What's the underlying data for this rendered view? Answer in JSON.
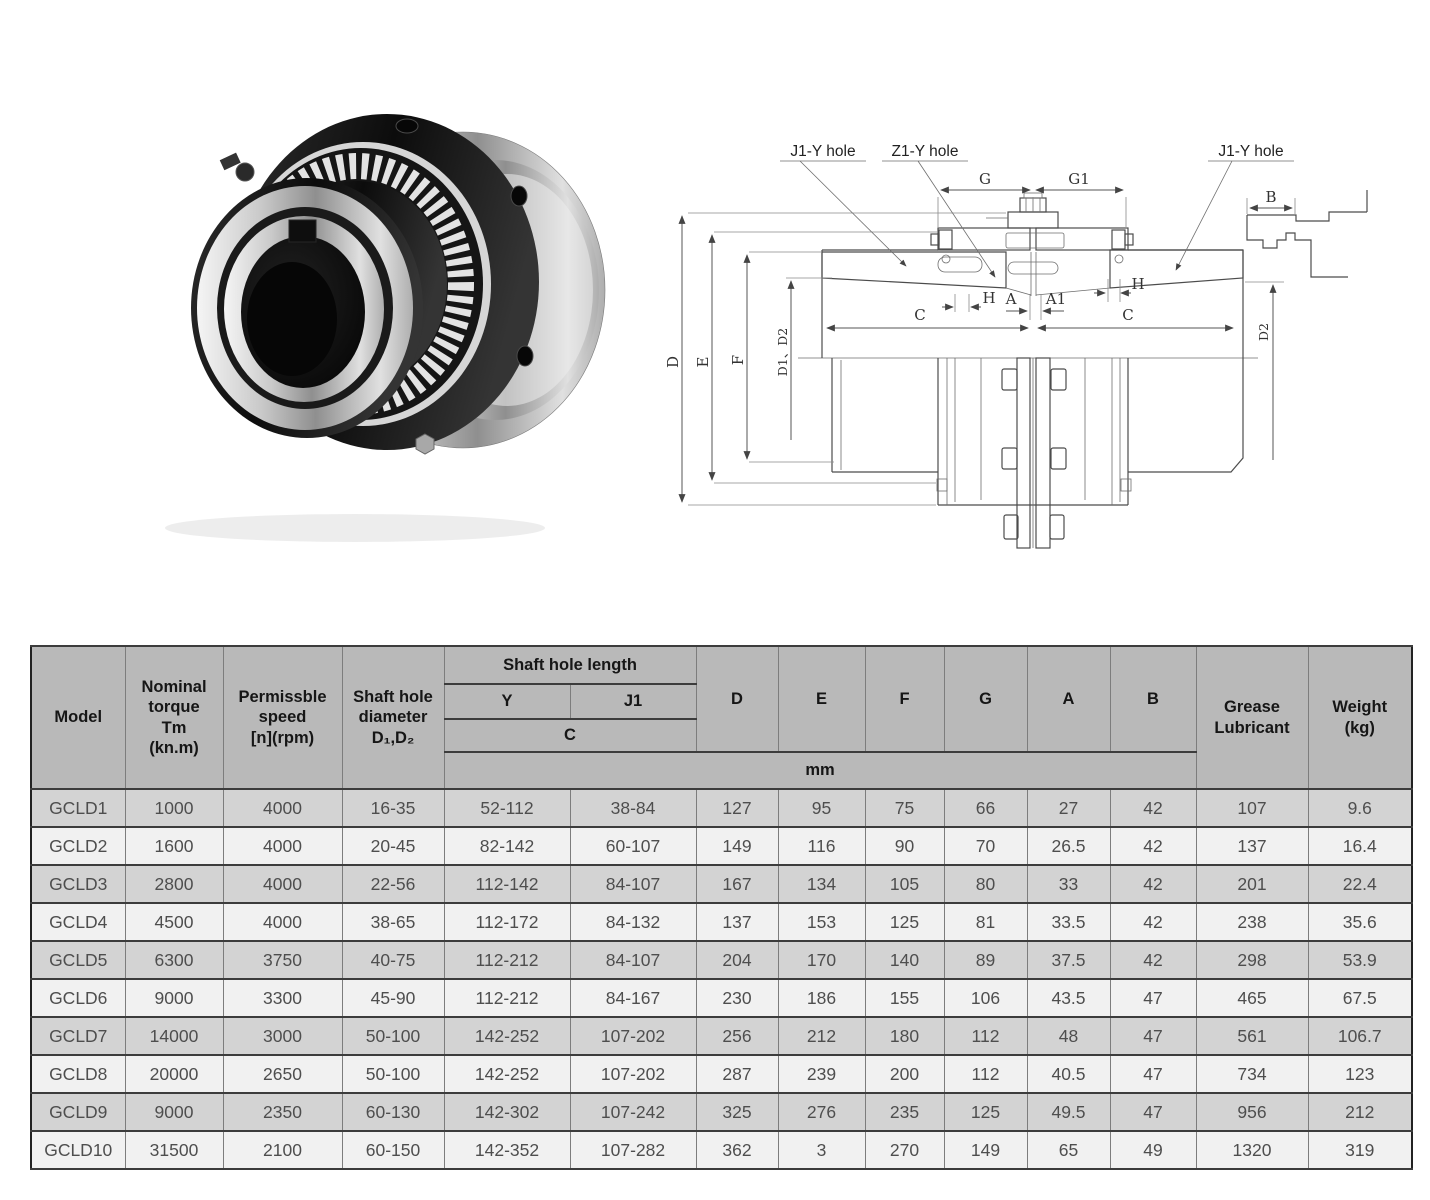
{
  "drawing": {
    "leaders": {
      "left": "J1-Y hole",
      "center": "Z1-Y hole",
      "right": "J1-Y hole"
    },
    "dims": {
      "g": "G",
      "g1": "G1",
      "b": "B",
      "d": "D",
      "e": "E",
      "f": "F",
      "d1d2": "D1、D2",
      "d2_right": "D2",
      "c_left": "C",
      "c_right": "C",
      "a": "A",
      "a1": "A1",
      "h_left": "H",
      "h_right": "H"
    }
  },
  "table": {
    "headers": {
      "model": "Model",
      "nominal_torque": "Nominal\ntorque\nTm\n(kn.m)",
      "permissible_speed": "Permissble\nspeed\n[n](rpm)",
      "shaft_hole_diameter": "Shaft hole\ndiameter\nD₁,D₂",
      "shaft_hole_length": "Shaft hole length",
      "y": "Y",
      "j1": "J1",
      "c": "C",
      "unit": "mm",
      "d": "D",
      "e": "E",
      "f": "F",
      "g": "G",
      "a": "A",
      "b": "B",
      "grease": "Grease\nLubricant",
      "weight": "Weight\n(kg)"
    },
    "rows": [
      [
        "GCLD1",
        "1000",
        "4000",
        "16-35",
        "52-112",
        "38-84",
        "127",
        "95",
        "75",
        "66",
        "27",
        "42",
        "107",
        "9.6"
      ],
      [
        "GCLD2",
        "1600",
        "4000",
        "20-45",
        "82-142",
        "60-107",
        "149",
        "116",
        "90",
        "70",
        "26.5",
        "42",
        "137",
        "16.4"
      ],
      [
        "GCLD3",
        "2800",
        "4000",
        "22-56",
        "112-142",
        "84-107",
        "167",
        "134",
        "105",
        "80",
        "33",
        "42",
        "201",
        "22.4"
      ],
      [
        "GCLD4",
        "4500",
        "4000",
        "38-65",
        "112-172",
        "84-132",
        "137",
        "153",
        "125",
        "81",
        "33.5",
        "42",
        "238",
        "35.6"
      ],
      [
        "GCLD5",
        "6300",
        "3750",
        "40-75",
        "112-212",
        "84-107",
        "204",
        "170",
        "140",
        "89",
        "37.5",
        "42",
        "298",
        "53.9"
      ],
      [
        "GCLD6",
        "9000",
        "3300",
        "45-90",
        "112-212",
        "84-167",
        "230",
        "186",
        "155",
        "106",
        "43.5",
        "47",
        "465",
        "67.5"
      ],
      [
        "GCLD7",
        "14000",
        "3000",
        "50-100",
        "142-252",
        "107-202",
        "256",
        "212",
        "180",
        "112",
        "48",
        "47",
        "561",
        "106.7"
      ],
      [
        "GCLD8",
        "20000",
        "2650",
        "50-100",
        "142-252",
        "107-202",
        "287",
        "239",
        "200",
        "112",
        "40.5",
        "47",
        "734",
        "123"
      ],
      [
        "GCLD9",
        "9000",
        "2350",
        "60-130",
        "142-302",
        "107-242",
        "325",
        "276",
        "235",
        "125",
        "49.5",
        "47",
        "956",
        "212"
      ],
      [
        "GCLD10",
        "31500",
        "2100",
        "60-150",
        "142-352",
        "107-282",
        "362",
        "3",
        "270",
        "149",
        "65",
        "49",
        "1320",
        "319"
      ]
    ]
  }
}
